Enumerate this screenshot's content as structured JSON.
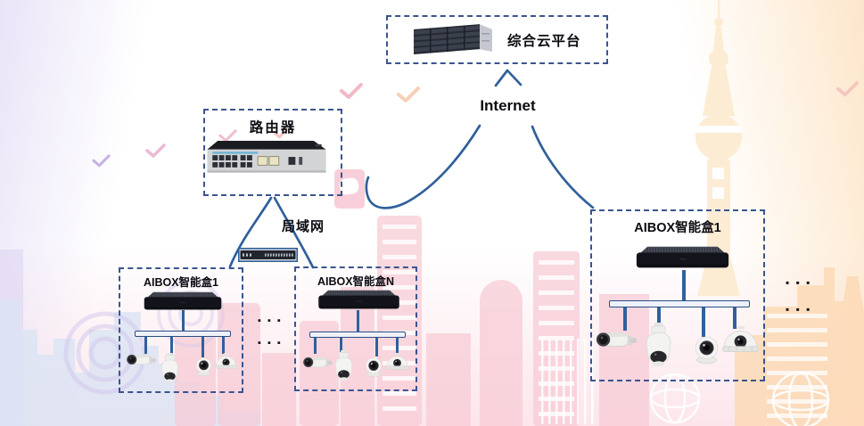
{
  "colors": {
    "line": "#30609c",
    "box_border": "#3a5490",
    "bus_border": "#2b4d86",
    "bus_fill": "#eef1f9",
    "text": "#0c0c12"
  },
  "nodes": {
    "cloud_platform": {
      "label": "综合云平台"
    },
    "internet": {
      "label": "Internet"
    },
    "router": {
      "label": "路由器"
    },
    "lan": {
      "label": "局域网"
    },
    "aibox_left": {
      "label": "AIBOX智能盒1"
    },
    "aibox_middle": {
      "label": "AIBOX智能盒N"
    },
    "aibox_right": {
      "label": "AIBOX智能盒1"
    },
    "more_devices_ellipsis": "▪ ▪ ▪"
  },
  "devices": {
    "server_icon": "server-rack",
    "router_icon": "router-switch",
    "lan_switch_icon": "ethernet-switch",
    "aibox_icon": "aibox-device",
    "camera_icons": [
      "bullet-camera",
      "ptz-dome-camera",
      "turret-camera",
      "dome-camera"
    ]
  }
}
